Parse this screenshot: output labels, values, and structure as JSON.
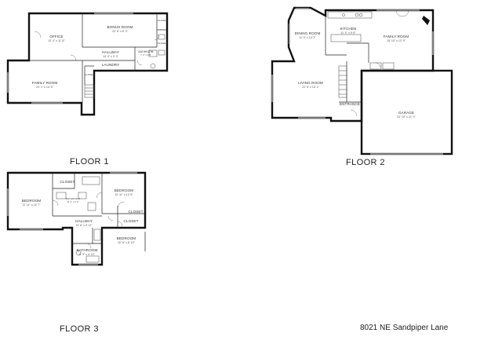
{
  "floors": [
    {
      "label": "FLOOR 1",
      "rooms": [
        {
          "name": "OFFICE",
          "dims": "13' 4\" x 11' 8\""
        },
        {
          "name": "BONUS ROOM",
          "dims": "22' 8\" x 8' 3\""
        },
        {
          "name": "HALLWAY",
          "dims": "14' 9\" x 3' 3\""
        },
        {
          "name": "LAUNDRY",
          "dims": ""
        },
        {
          "name": "BATHROOM",
          "dims": "7' 3\" x 4' 8\""
        },
        {
          "name": "FAMILY ROOM",
          "dims": "23' 1\" x 14' 5\""
        },
        {
          "name": "CLOSET",
          "dims": ""
        },
        {
          "name": "CLOSET",
          "dims": ""
        },
        {
          "name": "CLOSET",
          "dims": ""
        }
      ]
    },
    {
      "label": "FLOOR 2",
      "rooms": [
        {
          "name": "DINING ROOM",
          "dims": "11' 0\" x 14' 3\""
        },
        {
          "name": "KITCHEN",
          "dims": "11' 4\" x 9' 6\""
        },
        {
          "name": "FAMILY ROOM",
          "dims": "15' 10\" x 13' 9\""
        },
        {
          "name": "LIVING ROOM",
          "dims": "22' 6\" x 15' 1\""
        },
        {
          "name": "ENTRANCE",
          "dims": ""
        },
        {
          "name": "GARAGE",
          "dims": "23' 10\" x 21' 0\""
        }
      ]
    },
    {
      "label": "FLOOR 3",
      "rooms": [
        {
          "name": "BEDROOM",
          "dims": "11' 11\" x 14' 7\""
        },
        {
          "name": "CLOSET",
          "dims": ""
        },
        {
          "name": "BATHROOM",
          "dims": "11' 2\" x 4' 3\""
        },
        {
          "name": "BEDROOM",
          "dims": "10' 11\" x 13' 5\""
        },
        {
          "name": "CLOSET",
          "dims": ""
        },
        {
          "name": "HALLWAY",
          "dims": "13' 6\" x 9' 11\""
        },
        {
          "name": "CLOSET",
          "dims": ""
        },
        {
          "name": "BEDROOM",
          "dims": "10' 6\" x 8' 10\""
        },
        {
          "name": "BATHROOM",
          "dims": "8' 3\" x 4' 10\""
        }
      ]
    }
  ],
  "address": "8021 NE Sandpiper Lane",
  "colors": {
    "wall": "#111111",
    "background": "#ffffff",
    "text": "#222222"
  }
}
